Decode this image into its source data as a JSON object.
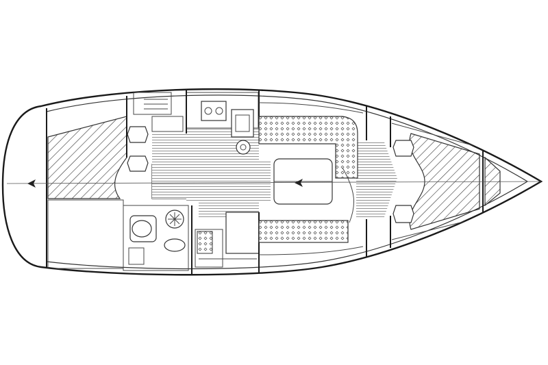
{
  "diagram": {
    "type": "sailboat-interior-layout",
    "style": "black-and-white line drawing",
    "colors": {
      "line": "#1a1a1a",
      "background": "#ffffff",
      "hatch": "#333333"
    },
    "zones": [
      {
        "id": "aft-cabin-port",
        "pattern": "diagonal-hatch"
      },
      {
        "id": "aft-cabin-starboard",
        "pattern": "none"
      },
      {
        "id": "head",
        "pattern": "none",
        "fixtures": [
          "toilet",
          "washbasin",
          "shower-drain"
        ]
      },
      {
        "id": "companionway-steps",
        "pattern": "none"
      },
      {
        "id": "galley",
        "pattern": "teak-floor",
        "fixtures": [
          "two-burner-stove",
          "sink",
          "round-sink"
        ]
      },
      {
        "id": "nav-station",
        "pattern": "none"
      },
      {
        "id": "saloon",
        "pattern": "teak-floor",
        "fixtures": [
          "u-settee",
          "straight-settee",
          "table"
        ]
      },
      {
        "id": "forward-cabin",
        "pattern": "diagonal-hatch"
      },
      {
        "id": "chain-locker",
        "pattern": "diagonal-hatch"
      }
    ],
    "cushion_icon": "pillow-icon",
    "centerline_icon": "centerline-arrow-icon"
  }
}
